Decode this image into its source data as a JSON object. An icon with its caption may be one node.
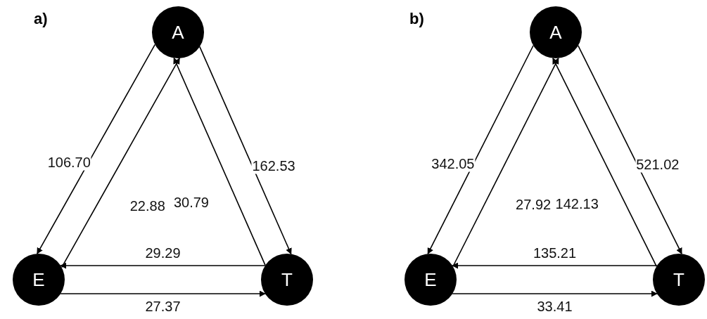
{
  "diagram": {
    "nodes": [
      {
        "text": [
          "A"
        ]
      },
      {
        "text": [
          "E"
        ]
      },
      {
        "text": [
          "T"
        ]
      },
      {
        "text": [
          "A"
        ]
      },
      {
        "text": [
          "E"
        ]
      },
      {
        "text": [
          "T"
        ]
      }
    ],
    "edges": [
      {
        "from": 0,
        "to": 1,
        "arrow": "to",
        "label": "106.70"
      },
      {
        "from": 1,
        "to": 0,
        "arrow": "to",
        "label": "22.88"
      },
      {
        "from": 2,
        "to": 0,
        "arrow": "to",
        "label": "30.79"
      },
      {
        "from": 0,
        "to": 2,
        "arrow": "to",
        "label": "162.53"
      },
      {
        "from": 2,
        "to": 1,
        "arrow": "to",
        "label": "29.29"
      },
      {
        "from": 1,
        "to": 2,
        "arrow": "to",
        "label": "27.37"
      },
      {
        "from": 3,
        "to": 4,
        "arrow": "to",
        "label": "342.05"
      },
      {
        "from": 4,
        "to": 3,
        "arrow": "to",
        "label": "27.92"
      },
      {
        "from": 5,
        "to": 3,
        "arrow": "to",
        "label": "142.13"
      },
      {
        "from": 3,
        "to": 5,
        "arrow": "to",
        "label": "521.02"
      },
      {
        "from": 5,
        "to": 4,
        "arrow": "to",
        "label": "135.21"
      },
      {
        "from": 4,
        "to": 5,
        "arrow": "to",
        "label": "33.41"
      }
    ],
    "labels": [
      "a)",
      "b)"
    ]
  }
}
